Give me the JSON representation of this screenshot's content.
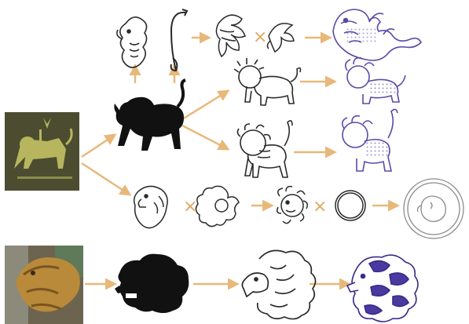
{
  "colors": {
    "arrow": "#E8B87A",
    "cross": "#E0A862",
    "outline": "#2a2a2a",
    "silhouette": "#111111",
    "purple": "#5a4aa8",
    "purple_light": "#8f86c8",
    "source_photo_bg": "#4a4a2e",
    "source_photo_figure": "#b8b760"
  },
  "rows": [
    {
      "name": "top-branch",
      "steps": [
        "lion-head-outline",
        "tail-outline",
        "mane-tuft-outline",
        "tail-flourish-outline",
        "purple-dragon-motif"
      ],
      "operators": [
        "arrow",
        "arrow",
        "cross",
        "arrow"
      ]
    },
    {
      "name": "upper-lion-branch",
      "steps": [
        "black-lion-silhouette",
        "lion-outline-standing",
        "purple-lion-motif"
      ],
      "operators": [
        "arrow",
        "arrow"
      ]
    },
    {
      "name": "middle-lion-branch",
      "steps": [
        "lion-outline-walking",
        "purple-lion-walking-motif"
      ],
      "operators": [
        "arrow"
      ]
    },
    {
      "name": "round-motif-branch",
      "steps": [
        "lion-head-profile",
        "flower-rosette",
        "lion-face-round",
        "ring-border",
        "round-lion-medallion"
      ],
      "operators": [
        "cross",
        "arrow",
        "cross",
        "arrow"
      ]
    },
    {
      "name": "lion-head-row",
      "steps": [
        "lion-sculpture-photo",
        "black-lion-head-silhouette",
        "lion-head-outline-large",
        "purple-lion-head-motif"
      ],
      "operators": [
        "arrow",
        "arrow",
        "arrow"
      ]
    }
  ],
  "operator_glyph": {
    "cross": "×"
  }
}
